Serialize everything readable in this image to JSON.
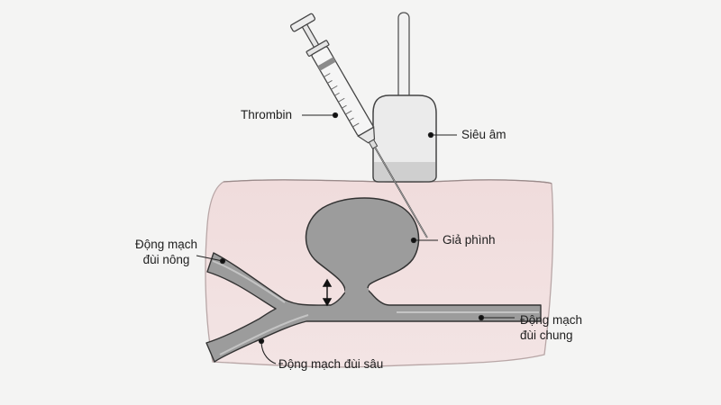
{
  "labels": {
    "thrombin": "Thrombin",
    "ultrasound": "Siêu âm",
    "pseudoaneurysm": "Giả phình",
    "superficial_femoral": [
      "Động mạch",
      "đùi nông"
    ],
    "common_femoral": [
      "Động mạch",
      "đùi chung"
    ],
    "deep_femoral": "Động mạch đùi sâu"
  },
  "colors": {
    "background": "#f4f4f3",
    "tissue": "#f1dede",
    "vessel": "#9a9a9a",
    "outline": "#333333"
  }
}
